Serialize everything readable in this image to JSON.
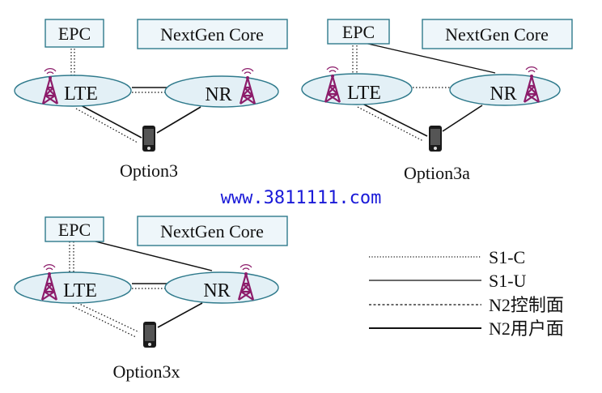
{
  "boxes": {
    "epc": "EPC",
    "nextgen": "NextGen Core"
  },
  "nodes": {
    "lte": "LTE",
    "nr": "NR"
  },
  "options": [
    {
      "caption": "Option3"
    },
    {
      "caption": "Option3a"
    },
    {
      "caption": "Option3x"
    }
  ],
  "legend": [
    {
      "label": "S1-C",
      "style": "dotted"
    },
    {
      "label": "S1-U",
      "style": "solid-thin"
    },
    {
      "label": "N2控制面",
      "style": "dashed"
    },
    {
      "label": "N2用户面",
      "style": "solid-thick"
    }
  ],
  "watermark": "www.3811111.com",
  "colors": {
    "box_fill": "#eef6fa",
    "box_stroke": "#2f7a8c",
    "ellipse_fill": "#e3f0f6",
    "ellipse_stroke": "#2f7a8c",
    "tower": "#8c1c6a",
    "phone": "#1a1a1a",
    "line": "#111111"
  }
}
